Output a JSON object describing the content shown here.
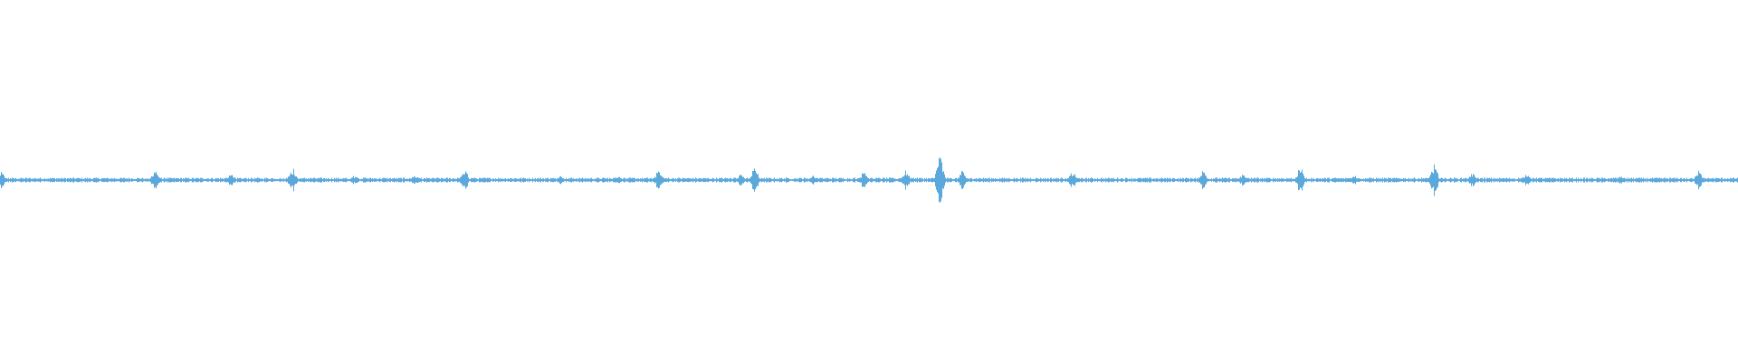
{
  "waveform": {
    "color": "#5aa8dc",
    "background": "#ffffff",
    "baseline_amplitude": 0.015,
    "events": [
      {
        "t": 0.0005,
        "amp": 0.05
      },
      {
        "t": 0.089,
        "amp": 0.07
      },
      {
        "t": 0.133,
        "amp": 0.04
      },
      {
        "t": 0.168,
        "amp": 0.08
      },
      {
        "t": 0.204,
        "amp": 0.03
      },
      {
        "t": 0.2385,
        "amp": 0.03
      },
      {
        "t": 0.267,
        "amp": 0.07
      },
      {
        "t": 0.322,
        "amp": 0.03
      },
      {
        "t": 0.355,
        "amp": 0.03
      },
      {
        "t": 0.379,
        "amp": 0.07
      },
      {
        "t": 0.426,
        "amp": 0.04
      },
      {
        "t": 0.434,
        "amp": 0.08
      },
      {
        "t": 0.468,
        "amp": 0.03
      },
      {
        "t": 0.497,
        "amp": 0.06
      },
      {
        "t": 0.521,
        "amp": 0.06
      },
      {
        "t": 0.5405,
        "amp": 0.16
      },
      {
        "t": 0.5535,
        "amp": 0.06
      },
      {
        "t": 0.617,
        "amp": 0.05
      },
      {
        "t": 0.692,
        "amp": 0.06
      },
      {
        "t": 0.715,
        "amp": 0.04
      },
      {
        "t": 0.748,
        "amp": 0.08
      },
      {
        "t": 0.779,
        "amp": 0.03
      },
      {
        "t": 0.825,
        "amp": 0.1
      },
      {
        "t": 0.847,
        "amp": 0.04
      },
      {
        "t": 0.878,
        "amp": 0.04
      },
      {
        "t": 0.932,
        "amp": 0.03
      },
      {
        "t": 0.977,
        "amp": 0.06
      }
    ]
  }
}
